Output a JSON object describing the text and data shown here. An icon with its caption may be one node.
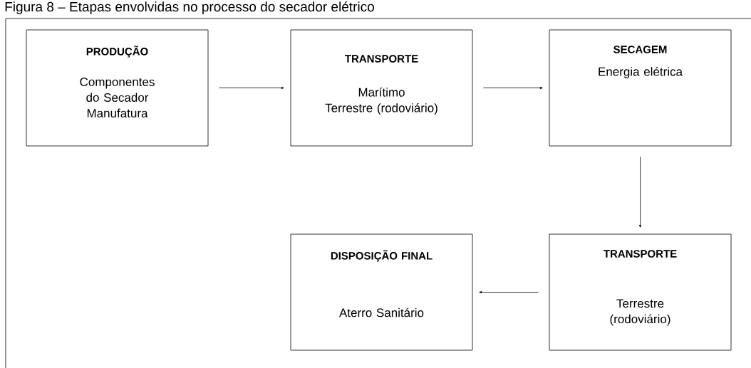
{
  "diagram": {
    "title": "Figura 8 – Etapas envolvidas no processo do secador elétrico",
    "nodes": [
      {
        "text": [
          "PRODUÇÃO",
          "Componentes do Secador",
          "Manufatura"
        ]
      },
      {
        "text": [
          "TRANSPORTE",
          "Marítimo",
          "Terrestre (rodoviário)"
        ]
      },
      {
        "text": [
          "SECAGEM",
          "Energia elétrica"
        ]
      },
      {
        "text": [
          "DISPOSIÇÃO FINAL",
          "Aterro Sanitário"
        ]
      },
      {
        "text": [
          "TRANSPORTE",
          "Terrestre (rodoviário)"
        ]
      }
    ],
    "edges": [
      {
        "from": 0,
        "to": 1,
        "arrow": "to"
      },
      {
        "from": 1,
        "to": 2,
        "arrow": "to"
      },
      {
        "from": 2,
        "to": 4,
        "arrow": "to"
      },
      {
        "from": 4,
        "to": 3,
        "arrow": "to"
      }
    ]
  }
}
